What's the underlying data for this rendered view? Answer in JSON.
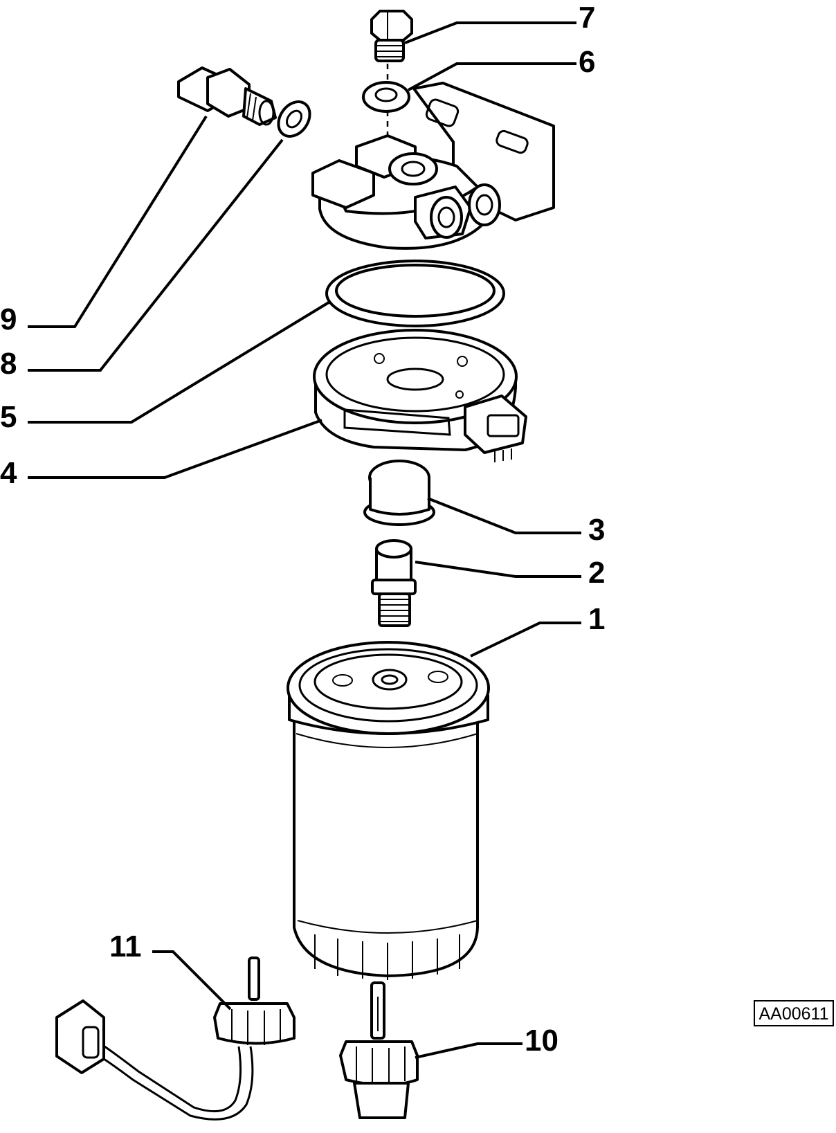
{
  "drawing_ref": "AA00611",
  "parts": [
    {
      "id": "part-1",
      "callout": "1"
    },
    {
      "id": "part-2",
      "callout": "2"
    },
    {
      "id": "part-3",
      "callout": "3"
    },
    {
      "id": "part-4",
      "callout": "4"
    },
    {
      "id": "part-5",
      "callout": "5"
    },
    {
      "id": "part-6",
      "callout": "6"
    },
    {
      "id": "part-7",
      "callout": "7"
    },
    {
      "id": "part-8",
      "callout": "8"
    },
    {
      "id": "part-9",
      "callout": "9"
    },
    {
      "id": "part-10",
      "callout": "10"
    },
    {
      "id": "part-11",
      "callout": "11"
    }
  ]
}
